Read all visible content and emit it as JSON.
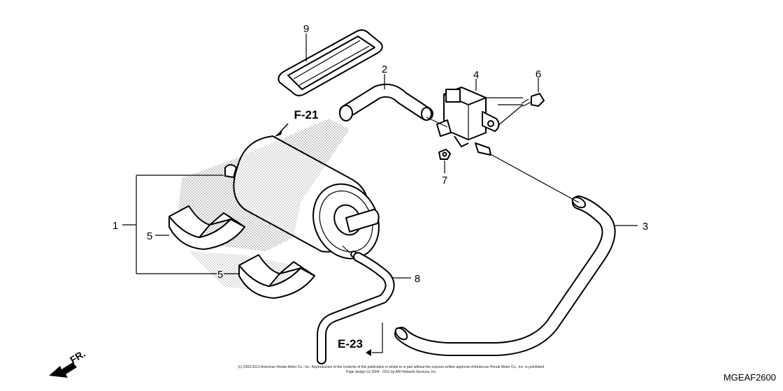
{
  "callouts": {
    "c1": "1",
    "c2": "2",
    "c3": "3",
    "c4": "4",
    "c5a": "5",
    "c5b": "5",
    "c6": "6",
    "c7": "7",
    "c8": "8",
    "c9": "9"
  },
  "refs": {
    "f21": "F-21",
    "e23": "E-23"
  },
  "front_label": "FR.",
  "diagram_code": "MGEAF2600",
  "copyright_line1": "(c) 2003-2013 American Honda Motor Co., Inc. Reproduction of the contents of this publication in whole or in part without the express written approval of American Honda Motor Co., Inc. is prohibited.",
  "copyright_line2": "Page design (c) 2004 - 2011 by ARI Network Services, Inc."
}
